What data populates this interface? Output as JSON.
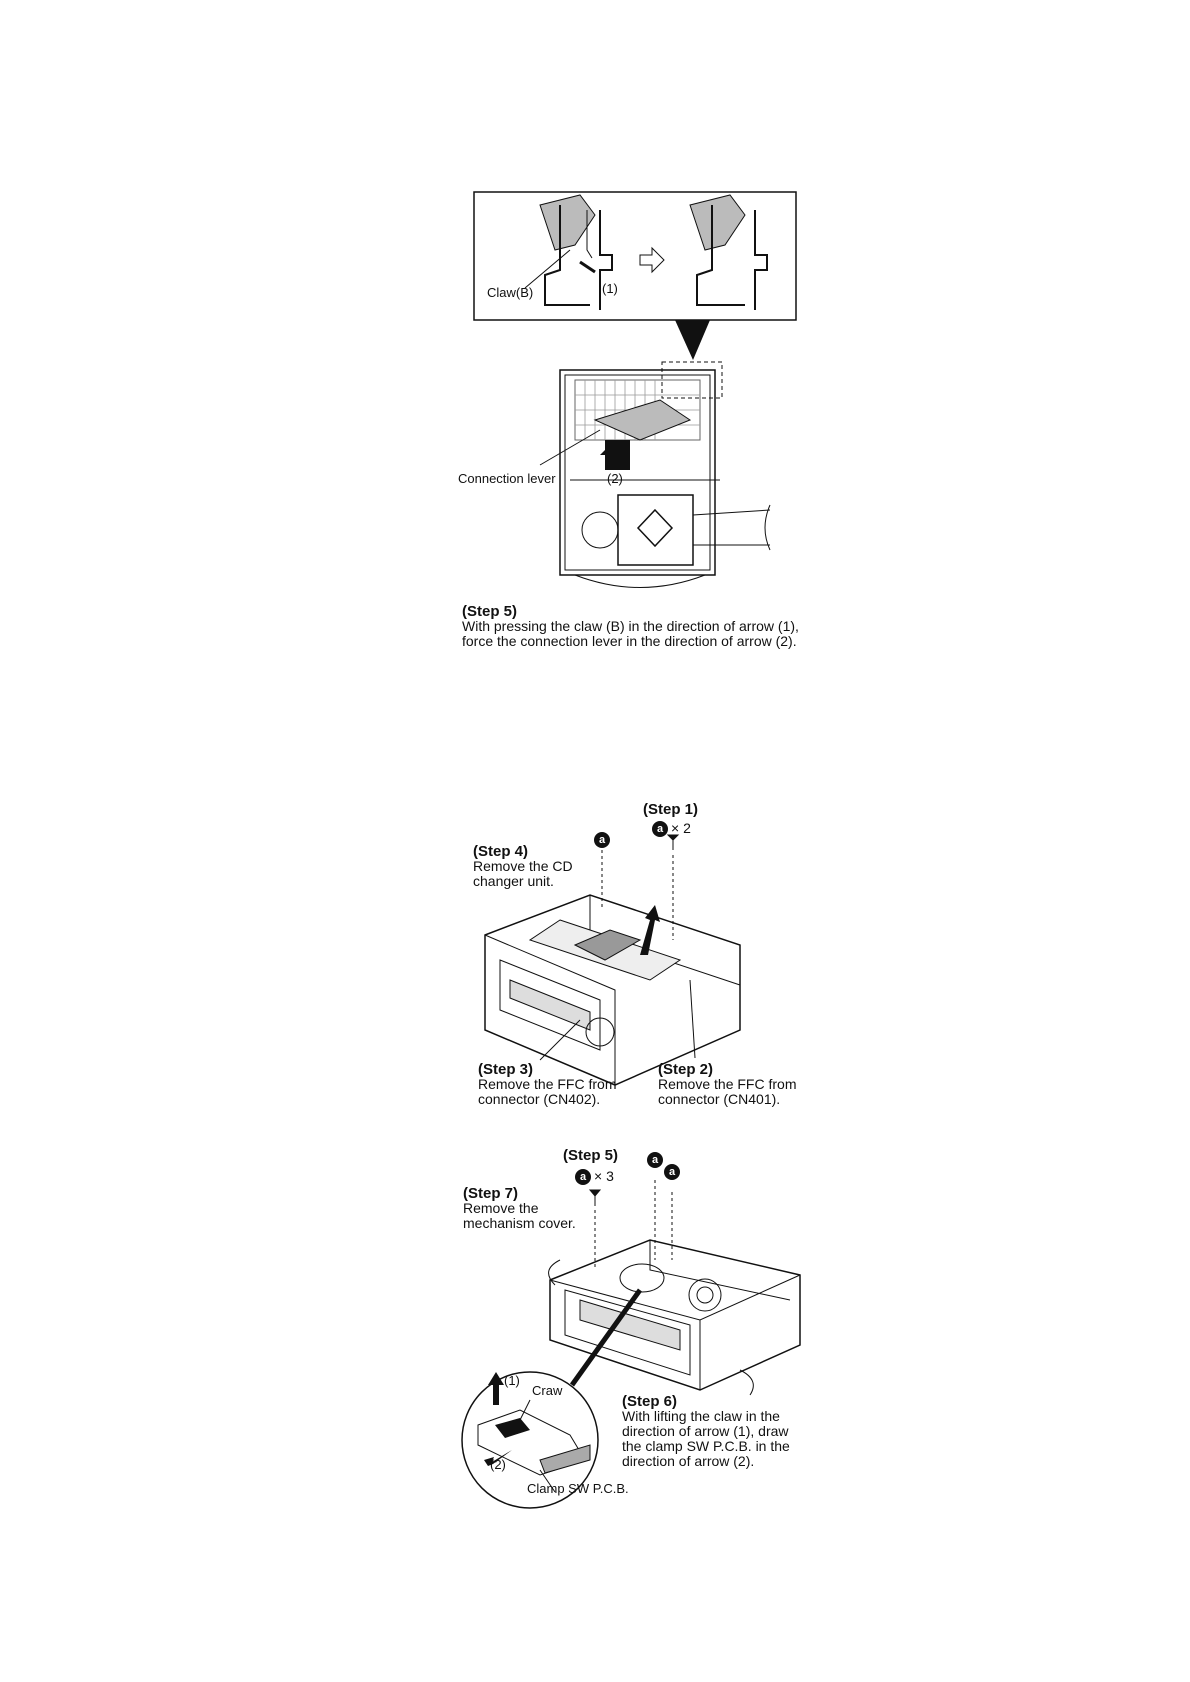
{
  "figure1": {
    "claw_label": "Claw(B)",
    "arrow1_label": "(1)",
    "arrow2_label": "(2)",
    "connection_lever_label": "Connection lever",
    "step5": {
      "title": "(Step 5)",
      "line1": "With pressing the claw (B) in the direction of arrow (1),",
      "line2": "force  the connection lever in the direction of arrow (2)."
    }
  },
  "figure2": {
    "step1": {
      "title": "(Step 1)",
      "screw_mark": "a",
      "multiplier": "× 2"
    },
    "step4": {
      "title": "(Step 4)",
      "line1": "Remove the CD",
      "line2": "changer unit."
    },
    "screw_mark": "a",
    "step3": {
      "title": "(Step 3)",
      "line1": "Remove the FFC from",
      "line2": "connector (CN402)."
    },
    "step2": {
      "title": "(Step 2)",
      "line1": "Remove the FFC from",
      "line2": "connector (CN401)."
    }
  },
  "figure3": {
    "step5": {
      "title": "(Step 5)",
      "screw_mark": "a",
      "multiplier": "× 3"
    },
    "screw_mark_a": "a",
    "screw_mark_b": "a",
    "step7": {
      "title": "(Step 7)",
      "line1": "Remove the",
      "line2": "mechanism cover."
    },
    "detail": {
      "arrow1_label": "(1)",
      "craw_label": "Craw",
      "arrow2_label": "(2)",
      "clamp_label": "Clamp SW P.C.B."
    },
    "step6": {
      "title": "(Step 6)",
      "line1": "With lifting the claw in the",
      "line2": "direction of arrow (1), draw",
      "line3": "the clamp SW P.C.B. in the",
      "line4": "direction of arrow (2)."
    }
  }
}
